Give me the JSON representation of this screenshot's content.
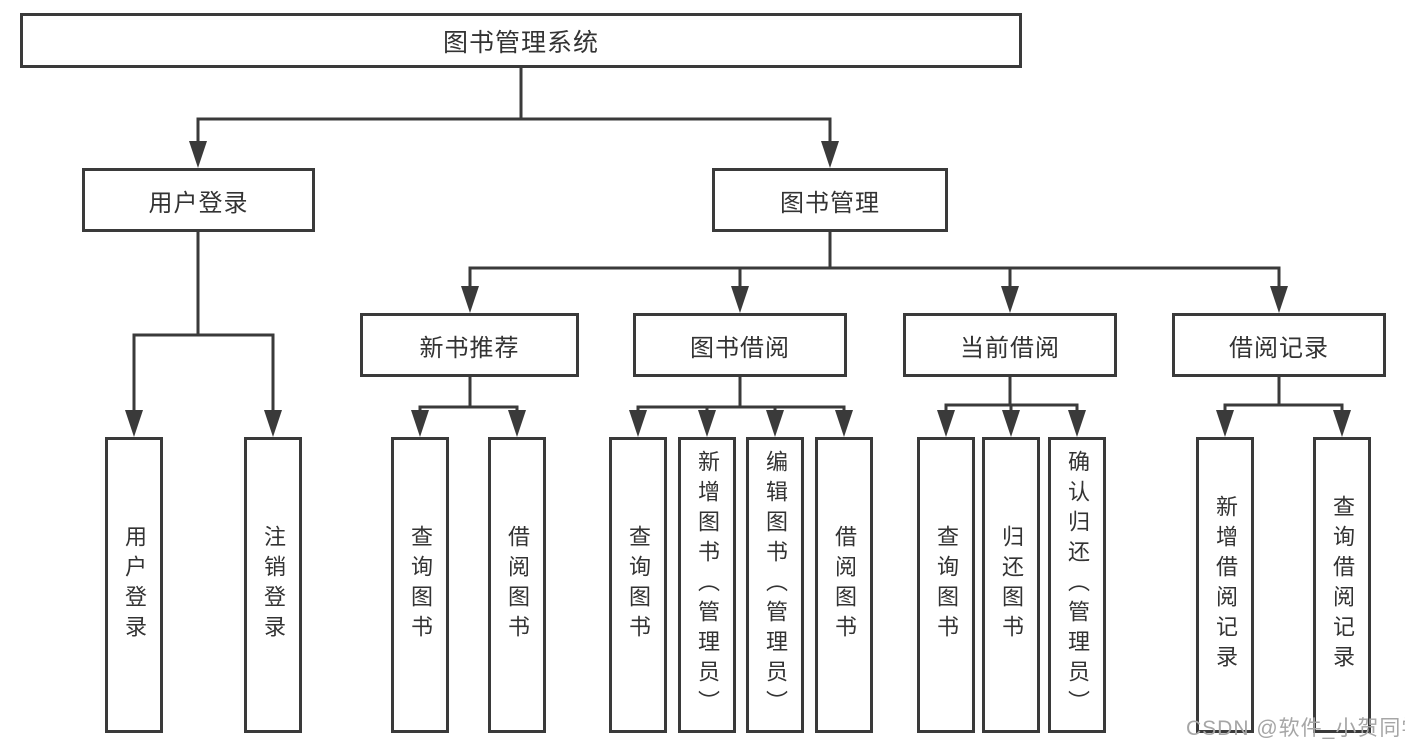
{
  "diagram": {
    "root": "图书管理系统",
    "level2": [
      "用户登录",
      "图书管理"
    ],
    "level3": [
      "新书推荐",
      "图书借阅",
      "当前借阅",
      "借阅记录"
    ],
    "leaves": [
      "用户登录",
      "注销登录",
      "查询图书",
      "借阅图书",
      "查询图书",
      "新增图书（管理员）",
      "编辑图书（管理员）",
      "借阅图书",
      "查询图书",
      "归还图书",
      "确认归还（管理员）",
      "新增借阅记录",
      "查询借阅记录"
    ],
    "watermark": "CSDN @软件_小贺同学",
    "colors": {
      "line": "#3a3a3a",
      "text": "#333333",
      "watermark": "#a6a6a6",
      "background": "#ffffff"
    }
  }
}
